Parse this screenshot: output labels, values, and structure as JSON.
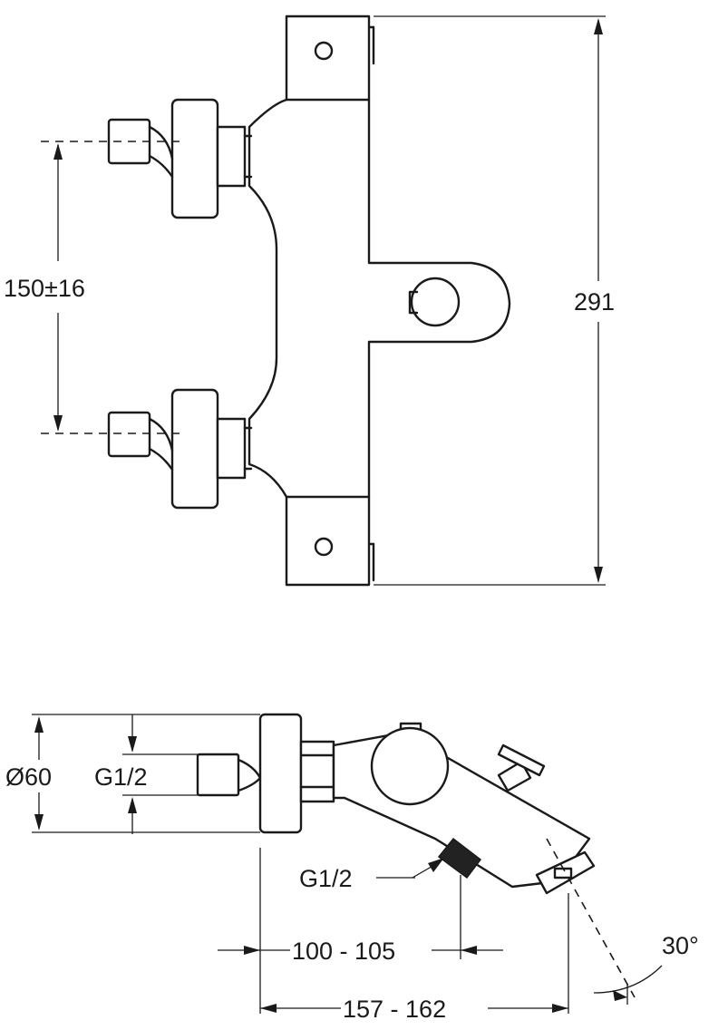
{
  "dimensions": {
    "inlet_spacing": "150±16",
    "overall_height": "291",
    "flange_diameter": "Ø60",
    "inlet_thread": "G1/2",
    "outlet_thread": "G1/2",
    "inlet_to_outlet": "100 - 105",
    "total_projection": "157 - 162",
    "spout_angle": "30°"
  }
}
